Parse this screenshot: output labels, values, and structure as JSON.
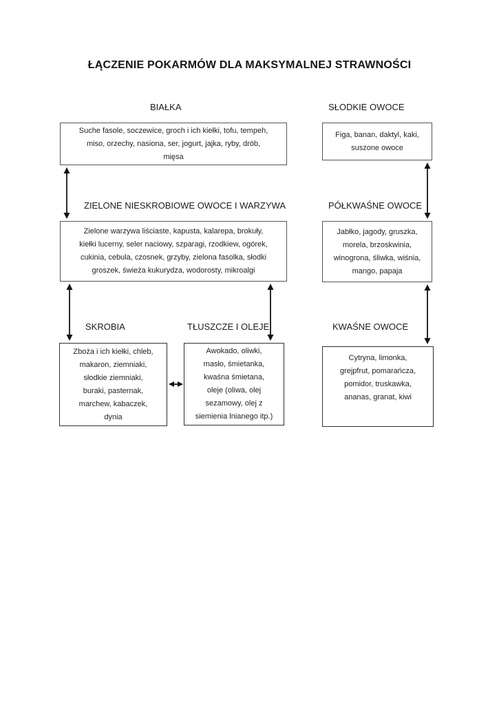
{
  "page": {
    "title": "ŁĄCZENIE POKARMÓW DLA MAKSYMALNEJ STRAWNOŚCI"
  },
  "colors": {
    "background": "#ffffff",
    "text": "#1f1f1f",
    "box_border_top": "#555555",
    "box_border_bottom": "#2e2e2e",
    "arrow": "#121212"
  },
  "sections": {
    "bialka": {
      "label": "BIAŁKA",
      "content": "Suche fasole, soczewice, groch i ich kiełki, tofu, tempeh,\nmiso, orzechy, nasiona, ser, jogurt, jajka, ryby, drób,\nmięsa"
    },
    "slodkie_owoce": {
      "label": "SŁODKIE OWOCE",
      "content": "Figa, banan, daktyl, kaki,\nsuszone owoce"
    },
    "zielone": {
      "label": "ZIELONE NIESKROBIOWE OWOCE I WARZYWA",
      "content": "Zielone warzywa liściaste, kapusta, kalarepa, brokuły,\nkiełki lucerny, seler naciowy, szparagi, rzodkiew, ogórek,\ncukinia, cebula, czosnek, grzyby, zielona fasolka, słodki\ngroszek, świeża kukurydza, wodorosty, mikroalgi"
    },
    "polkwasne_owoce": {
      "label": "PÓŁKWAŚNE OWOCE",
      "content": "Jabłko, jagody, gruszka,\nmorela, brzoskwinia,\nwinogrona, śliwka, wiśnia,\nmango, papaja"
    },
    "skrobia": {
      "label": "SKROBIA",
      "content": "Zboża i ich kiełki, chleb,\nmakaron, ziemniaki,\nsłodkie ziemniaki,\nburaki, pasternak,\nmarchew, kabaczek,\ndynia"
    },
    "tluszcze_i_oleje": {
      "label": "TŁUSZCZE I OLEJE",
      "content": "Awokado, oliwki,\nmasło, śmietanka,\nkwaśna śmietana,\noleje (oliwa, olej\nsezamowy, olej z\nsiemienia lnianego itp.)"
    },
    "kwasne_owoce": {
      "label": "KWAŚNE OWOCE",
      "content": "Cytryna, limonka,\ngrejpfrut, pomarańcza,\npomidor, truskawka,\nananas, granat, kiwi"
    }
  },
  "connections": [
    {
      "from": "BIAŁKA",
      "to": "ZIELONE NIESKROBIOWE OWOCE I WARZYWA",
      "type": "double-arrow"
    },
    {
      "from": "SŁODKIE OWOCE",
      "to": "PÓŁKWAŚNE OWOCE",
      "type": "double-arrow"
    },
    {
      "from": "ZIELONE NIESKROBIOWE OWOCE I WARZYWA",
      "to": "SKROBIA",
      "type": "double-arrow"
    },
    {
      "from": "ZIELONE NIESKROBIOWE OWOCE I WARZYWA",
      "to": "TŁUSZCZE I OLEJE",
      "type": "double-arrow"
    },
    {
      "from": "PÓŁKWAŚNE OWOCE",
      "to": "KWAŚNE OWOCE",
      "type": "double-arrow"
    },
    {
      "from": "SKROBIA",
      "to": "TŁUSZCZE I OLEJE",
      "type": "double-arrow"
    }
  ]
}
